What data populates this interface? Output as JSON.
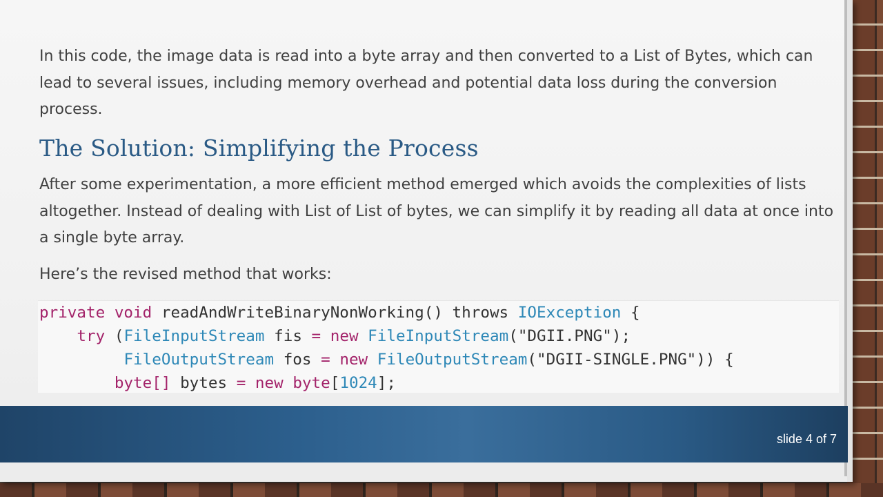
{
  "slide": {
    "paragraph_1": "In this code, the image data is read into a byte array and then converted to a List of Bytes, which can lead to several issues, including memory overhead and potential data loss during the conversion process.",
    "heading": "The Solution: Simplifying the Process",
    "paragraph_2": "After some experimentation, a more efficient method emerged which avoids the complexities of lists altogether. Instead of dealing with List of List of bytes, we can simplify it by reading all data at once into a single byte array.",
    "paragraph_3": "Here’s the revised method that works:",
    "code": {
      "line1": {
        "kw1": "private",
        "kw2": "void",
        "method": "readAndWriteBinaryNonWorking()",
        "kw3": "throws",
        "type": "IOException",
        "tail": "{"
      },
      "line2": {
        "kw": "try",
        "open": "(",
        "type": "FileInputStream",
        "var": "fis",
        "op": "=",
        "kwnew": "new",
        "ctor": "FileInputStream",
        "arg": "(\"DGII.PNG\");"
      },
      "line3": {
        "type": "FileOutputStream",
        "var": "fos",
        "op": "=",
        "kwnew": "new",
        "ctor": "FileOutputStream",
        "arg": "(\"DGII-SINGLE.PNG\")) {"
      },
      "line4": {
        "kw": "byte[]",
        "var": "bytes",
        "op": "=",
        "kwnew": "new",
        "kw2": "byte",
        "open": "[",
        "num": "1024",
        "close": "];"
      }
    },
    "footer": {
      "slide_number": "slide 4 of 7"
    }
  },
  "colors": {
    "heading": "#2a5a85",
    "keyword": "#a3236a",
    "type": "#2e88b7",
    "footer": "#2c5f8d"
  }
}
